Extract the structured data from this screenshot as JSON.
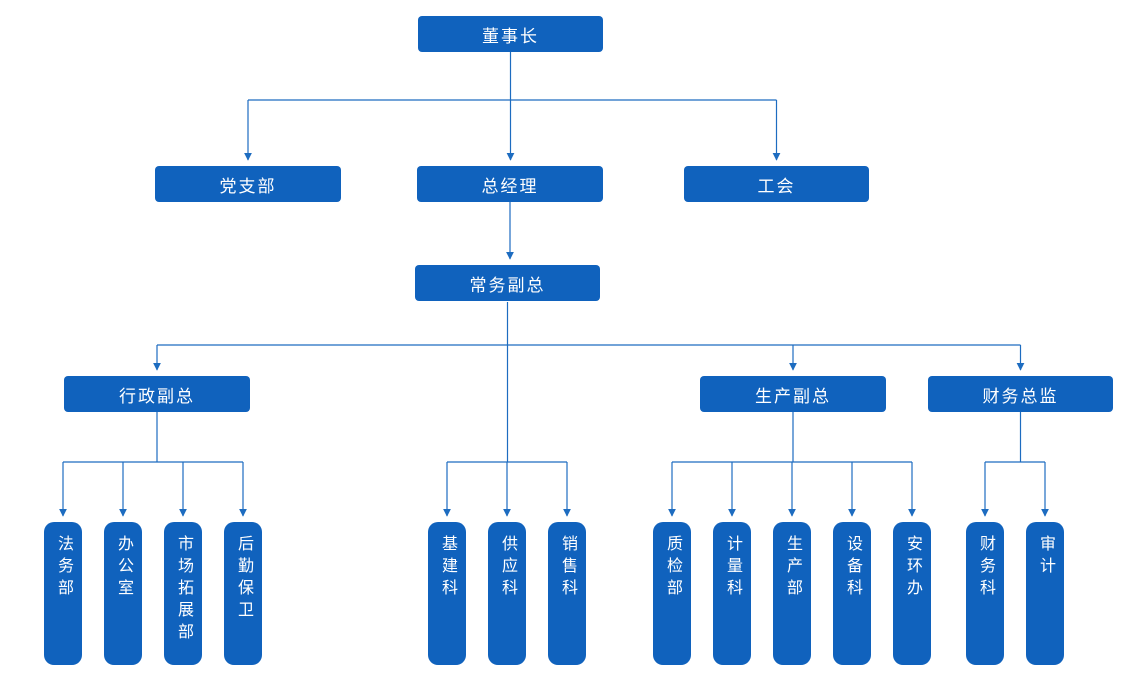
{
  "org": {
    "chairman": "董事长",
    "level2": {
      "party_branch": "党支部",
      "general_manager": "总经理",
      "labor_union": "工会"
    },
    "executive_deputy": "常务副总",
    "level4": {
      "admin_deputy": "行政副总",
      "production_deputy": "生产副总",
      "finance_director": "财务总监"
    },
    "departments": {
      "admin": [
        "法务部",
        "办公室",
        "市场拓展部",
        "后勤保卫"
      ],
      "central": [
        "基建科",
        "供应科",
        "销售科"
      ],
      "production": [
        "质检部",
        "计量科",
        "生产部",
        "设备科",
        "安环办"
      ],
      "finance": [
        "财务科",
        "审计"
      ]
    }
  },
  "colors": {
    "node_fill": "#1062bd",
    "connector_line": "#1d6cc0",
    "node_text": "#ffffff",
    "background": "#ffffff"
  }
}
